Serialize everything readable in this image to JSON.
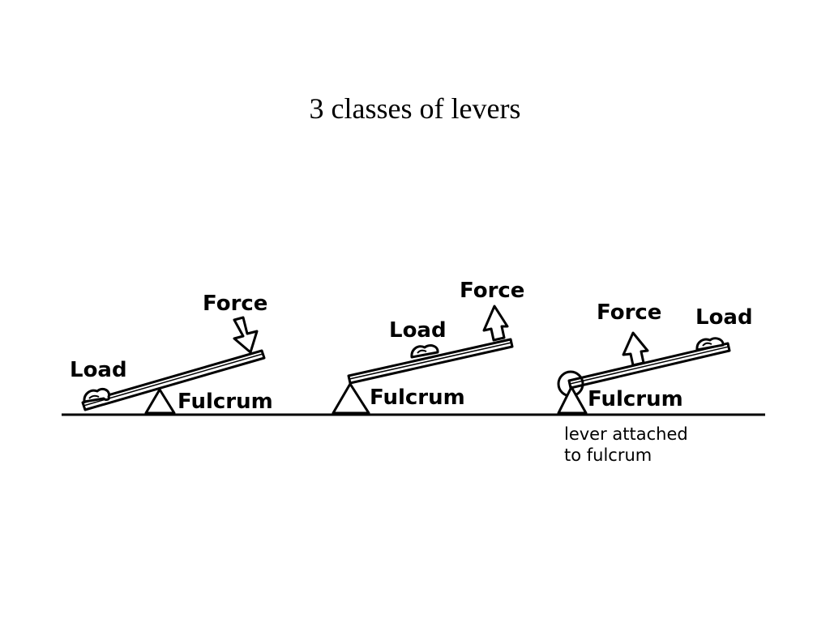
{
  "title": "3 classes of levers",
  "levers": [
    {
      "force_label": "Force",
      "load_label": "Load",
      "fulcrum_label": "Fulcrum"
    },
    {
      "force_label": "Force",
      "load_label": "Load",
      "fulcrum_label": "Fulcrum"
    },
    {
      "force_label": "Force",
      "load_label": "Load",
      "fulcrum_label": "Fulcrum",
      "note_line1": "lever attached",
      "note_line2": "to fulcrum"
    }
  ]
}
